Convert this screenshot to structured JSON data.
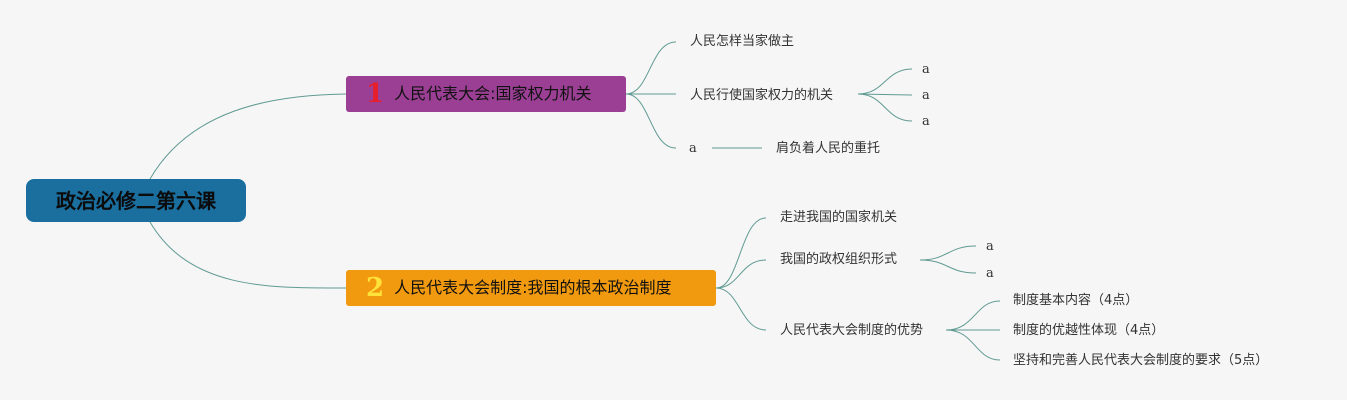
{
  "root": {
    "label": "政治必修二第六课"
  },
  "branch1": {
    "number": "1",
    "label": "人民代表大会:国家权力机关",
    "children": [
      {
        "label": "人民怎样当家做主"
      },
      {
        "label": "人民行使国家权力的机关",
        "children": [
          "a",
          "a",
          "a"
        ]
      },
      {
        "label": "a",
        "children": [
          "肩负着人民的重托"
        ]
      }
    ]
  },
  "branch2": {
    "number": "2",
    "label": "人民代表大会制度:我国的根本政治制度",
    "children": [
      {
        "label": "走进我国的国家机关"
      },
      {
        "label": "我国的政权组织形式",
        "children": [
          "a",
          "a"
        ]
      },
      {
        "label": "人民代表大会制度的优势",
        "children": [
          "制度基本内容（4点）",
          "制度的优越性体现（4点）",
          "坚持和完善人民代表大会制度的要求（5点）"
        ]
      }
    ]
  },
  "colors": {
    "root": "#1a6f9f",
    "branch1": "#9b3f95",
    "branch2": "#f29a0f",
    "line": "#5f9a92"
  }
}
